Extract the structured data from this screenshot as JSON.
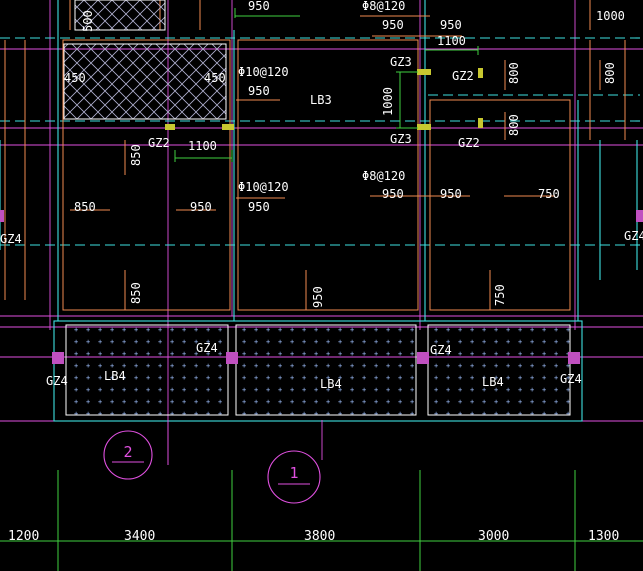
{
  "colors": {
    "background": "#000000",
    "beam_orange": "#f08a50",
    "wall_cyan": "#3ee0e0",
    "axis_magenta": "#e050e0",
    "dim_green": "#40d040",
    "text_white": "#ffffff",
    "column_yellow": "#c8c830",
    "column_magenta": "#c050c0",
    "hatch_slab": "#b0b0d0",
    "dot_slab": "#a0c0ff"
  },
  "slab_labels": {
    "lb3": "LB3",
    "lb4_left": "LB4",
    "lb4_mid": "LB4",
    "lb4_right": "LB4"
  },
  "column_labels": {
    "gz2_a": "GZ2",
    "gz2_b": "GZ2",
    "gz2_c": "GZ2",
    "gz3_top": "GZ3",
    "gz3_bottom": "GZ3",
    "gz4_far_left": "GZ4",
    "gz4_left": "GZ4",
    "gz4_mid_left": "GZ4",
    "gz4_mid_right": "GZ4",
    "gz4_right": "GZ4",
    "gz4_far_right": "GZ4"
  },
  "rebar_labels": {
    "phi10_top": "Φ10@120",
    "phi10_mid": "Φ10@120",
    "phi8_top": "Φ8@120",
    "phi8_mid": "Φ8@120"
  },
  "dimensions": {
    "d500": "500",
    "d950_top": "950",
    "d950_top2": "950",
    "d950_top3": "950",
    "d1100_top": "1100",
    "d1000_top": "1000",
    "d450_left": "450",
    "d450_right": "450",
    "d950_lb3": "950",
    "d800_a": "800",
    "d800_b": "800",
    "d800_c": "800",
    "d1000_vert": "1000",
    "d850_v1": "850",
    "d1100_mid": "1100",
    "d850_h": "850",
    "d950_h1": "950",
    "d950_h2": "950",
    "d950_h3": "950",
    "d950_h4": "950",
    "d750_h": "750",
    "d850_v2": "850",
    "d950_v": "950",
    "d750_v": "750"
  },
  "axis_markers": {
    "left": "2",
    "mid": "1"
  },
  "bottom_dimensions": [
    "1200",
    "3400",
    "3800",
    "3000",
    "1300"
  ]
}
